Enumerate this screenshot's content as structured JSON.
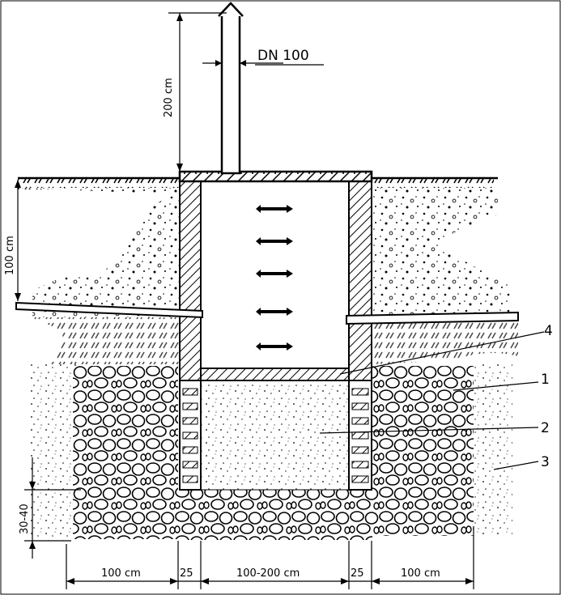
{
  "labels": {
    "pipe_diameter": "DN 100",
    "vent_height": "200 cm",
    "ground_depth": "100 cm",
    "gravel_depth": "30-40",
    "width_left": "100 cm",
    "width_wall_left": "25",
    "width_shaft": "100-200 cm",
    "width_wall_right": "25",
    "width_right": "100 cm"
  },
  "callouts": [
    "1",
    "2",
    "3",
    "4"
  ]
}
